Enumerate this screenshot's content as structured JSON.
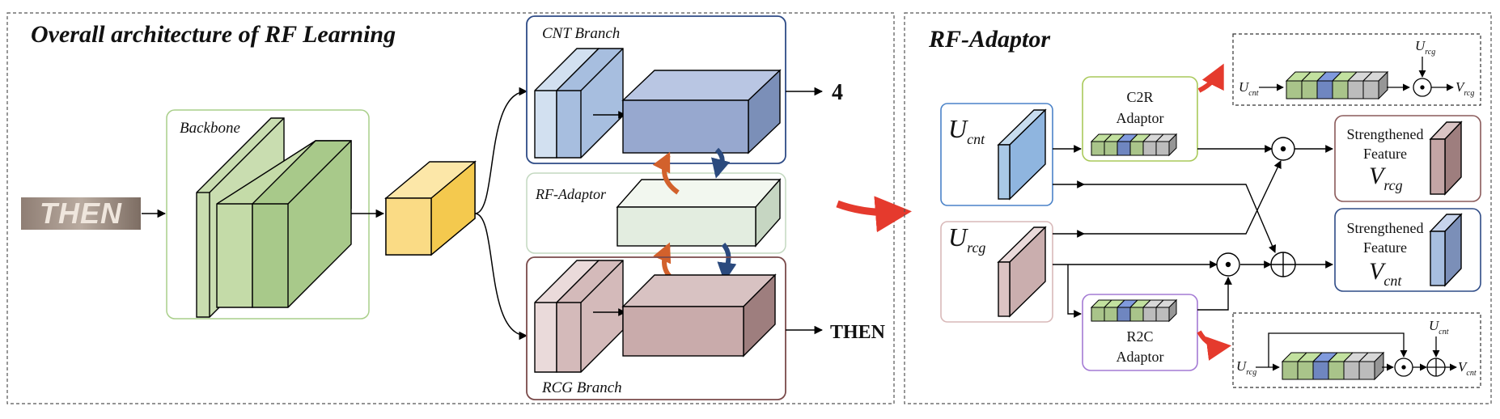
{
  "left_panel": {
    "title": "Overall architecture of RF Learning",
    "backbone_label": "Backbone",
    "input_image_text": "THEN",
    "cnt_branch_label": "CNT Branch",
    "rcg_branch_label": "RCG Branch",
    "rf_adaptor_label": "RF-Adaptor",
    "cnt_output": "4",
    "rcg_output": "THEN"
  },
  "right_panel": {
    "title": "RF-Adaptor",
    "u_cnt": {
      "main": "U",
      "sub": "cnt"
    },
    "u_rcg": {
      "main": "U",
      "sub": "rcg"
    },
    "c2r_line1": "C2R",
    "c2r_line2": "Adaptor",
    "r2c_line1": "R2C",
    "r2c_line2": "Adaptor",
    "out_rcg": {
      "line1": "Strengthened",
      "line2": "Feature",
      "main": "V",
      "sub": "rcg"
    },
    "out_cnt": {
      "line1": "Strengthened",
      "line2": "Feature",
      "main": "V",
      "sub": "cnt"
    },
    "detail_top": {
      "in_main": "U",
      "in_sub": "cnt",
      "gate_main": "U",
      "gate_sub": "rcg",
      "out_main": "V",
      "out_sub": "rcg"
    },
    "detail_bottom": {
      "in_main": "U",
      "in_sub": "rcg",
      "gate_main": "U",
      "gate_sub": "cnt",
      "out_main": "V",
      "out_sub": "cnt"
    }
  },
  "colors": {
    "backbone": "#c9ddb0",
    "neck": "#f9d77a",
    "cnt": "#a7bedf",
    "rcg": "#c9abab",
    "adaptor": "#e3ede0",
    "cnt_border": "#2e4b86",
    "rcg_border": "#7a4a4a",
    "accent_red": "#e53a2d",
    "green_cell": "#a9c48a",
    "blue_cell": "#6f86c0",
    "gray_cell": "#bcbcbc"
  }
}
